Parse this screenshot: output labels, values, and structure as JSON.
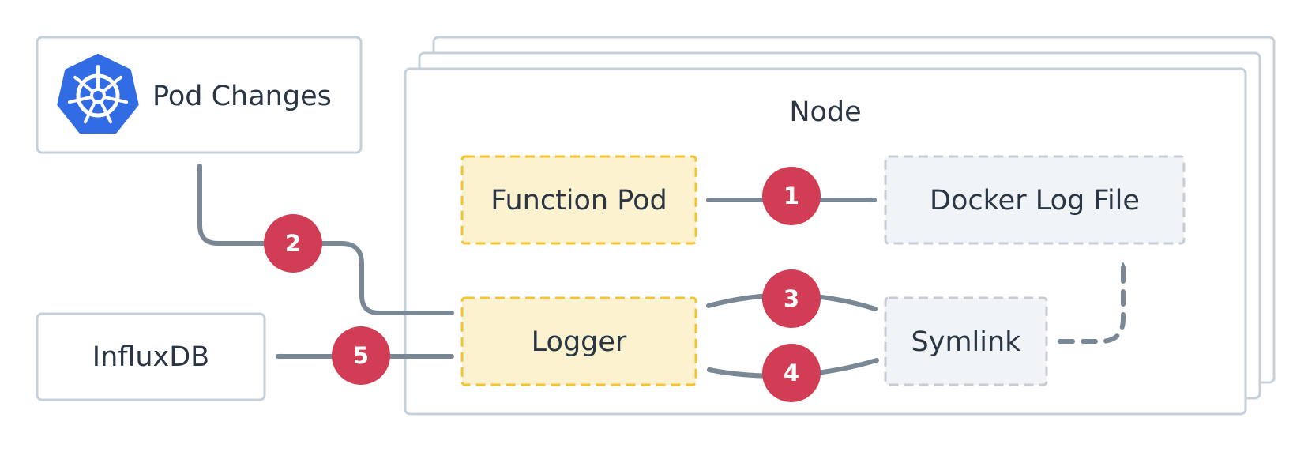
{
  "pod_changes": {
    "label": "Pod Changes",
    "icon": "kubernetes-helm-icon",
    "icon_color": "#326CE5"
  },
  "influxdb": {
    "label": "InfluxDB"
  },
  "node": {
    "title": "Node",
    "function_pod": "Function Pod",
    "logger": "Logger",
    "docker_log_file": "Docker Log File",
    "symlink": "Symlink"
  },
  "steps": [
    "1",
    "2",
    "3",
    "4",
    "5"
  ],
  "colors": {
    "box_border": "#c5d0db",
    "accent_fill": "#fdf2d0",
    "accent_border": "#f2c431",
    "neutral_fill": "#f1f4f7",
    "neutral_border": "#c5ccd4",
    "arrow": "#7a8896",
    "badge": "#d13d54",
    "text": "#2a3644"
  }
}
